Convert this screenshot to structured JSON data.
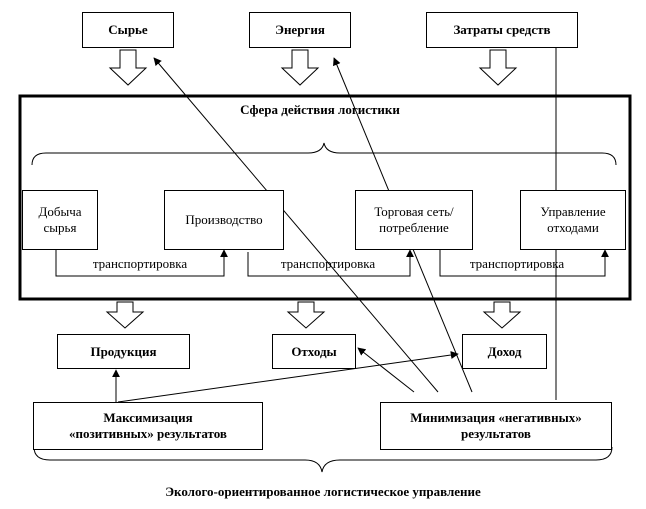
{
  "inputs": {
    "raw_materials": "Сырье",
    "energy": "Энергия",
    "costs": "Затраты средств"
  },
  "sphere_title": "Сфера действия логистики",
  "stages": {
    "extraction": "Добыча\nсырья",
    "production": "Производство",
    "trade": "Торговая сеть/\nпотребление",
    "waste_management": "Управление\nотходами"
  },
  "transport_label": "транспортировка",
  "outputs": {
    "products": "Продукция",
    "waste": "Отходы",
    "income": "Доход"
  },
  "goals": {
    "maximize": "Максимизация\n«позитивных» результатов",
    "minimize": "Минимизация «негативных»\nрезультатов"
  },
  "footer": "Эколого-ориентированное логистическое управление"
}
